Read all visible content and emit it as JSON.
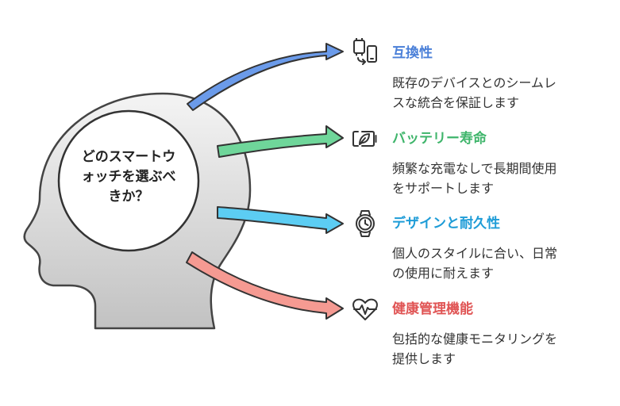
{
  "center": {
    "lines": [
      "どのスマートウ",
      "ォッチを選ぶべ",
      "きか？"
    ]
  },
  "items": [
    {
      "title": "互換性",
      "desc_lines": [
        "既存のデバイスとのシームレ",
        "スな統合を保証します"
      ],
      "color": "#4A7FD8",
      "arrow_color": "#6B9BEA",
      "icon": "device-sync-icon"
    },
    {
      "title": "バッテリー寿命",
      "desc_lines": [
        "頻繁な充電なしで長期間使用",
        "をサポートします"
      ],
      "color": "#3FB56B",
      "arrow_color": "#6FD69A",
      "icon": "eco-battery-icon"
    },
    {
      "title": "デザインと耐久性",
      "desc_lines": [
        "個人のスタイルに合い、日常",
        "の使用に耐えます"
      ],
      "color": "#1E9CD7",
      "arrow_color": "#5CCDF3",
      "icon": "watch-icon"
    },
    {
      "title": "健康管理機能",
      "desc_lines": [
        "包括的な健康モニタリングを",
        "提供します"
      ],
      "color": "#E05555",
      "arrow_color": "#F59A92",
      "icon": "heartbeat-icon"
    }
  ]
}
